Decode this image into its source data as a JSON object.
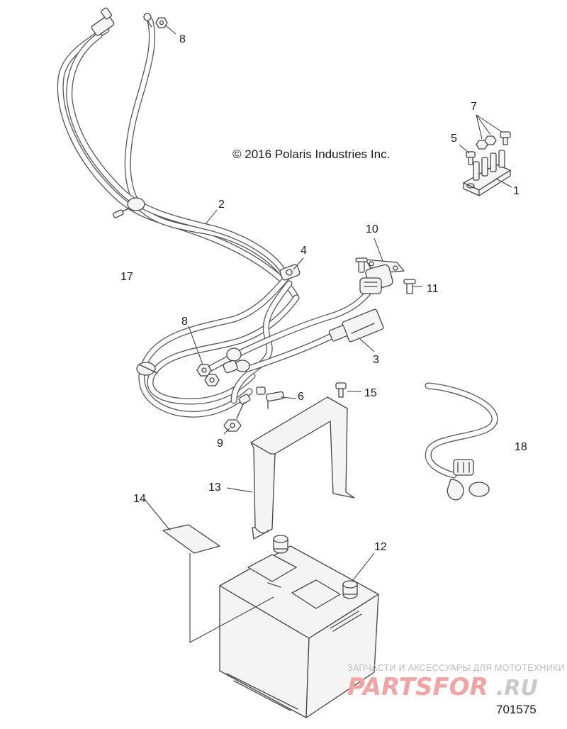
{
  "copyright": "© 2016 Polaris Industries Inc.",
  "figure_number": "701575",
  "watermark": {
    "tagline": "ЗАПЧАСТИ И АКСЕССУАРЫ ДЛЯ МОТОТЕХНИКИ",
    "brand": "PARTSFOR",
    "domain": ".RU"
  },
  "callouts": [
    "1",
    "2",
    "3",
    "4",
    "5",
    "6",
    "7",
    "8",
    "8",
    "9",
    "10",
    "11",
    "12",
    "13",
    "14",
    "15",
    "17",
    "18"
  ]
}
